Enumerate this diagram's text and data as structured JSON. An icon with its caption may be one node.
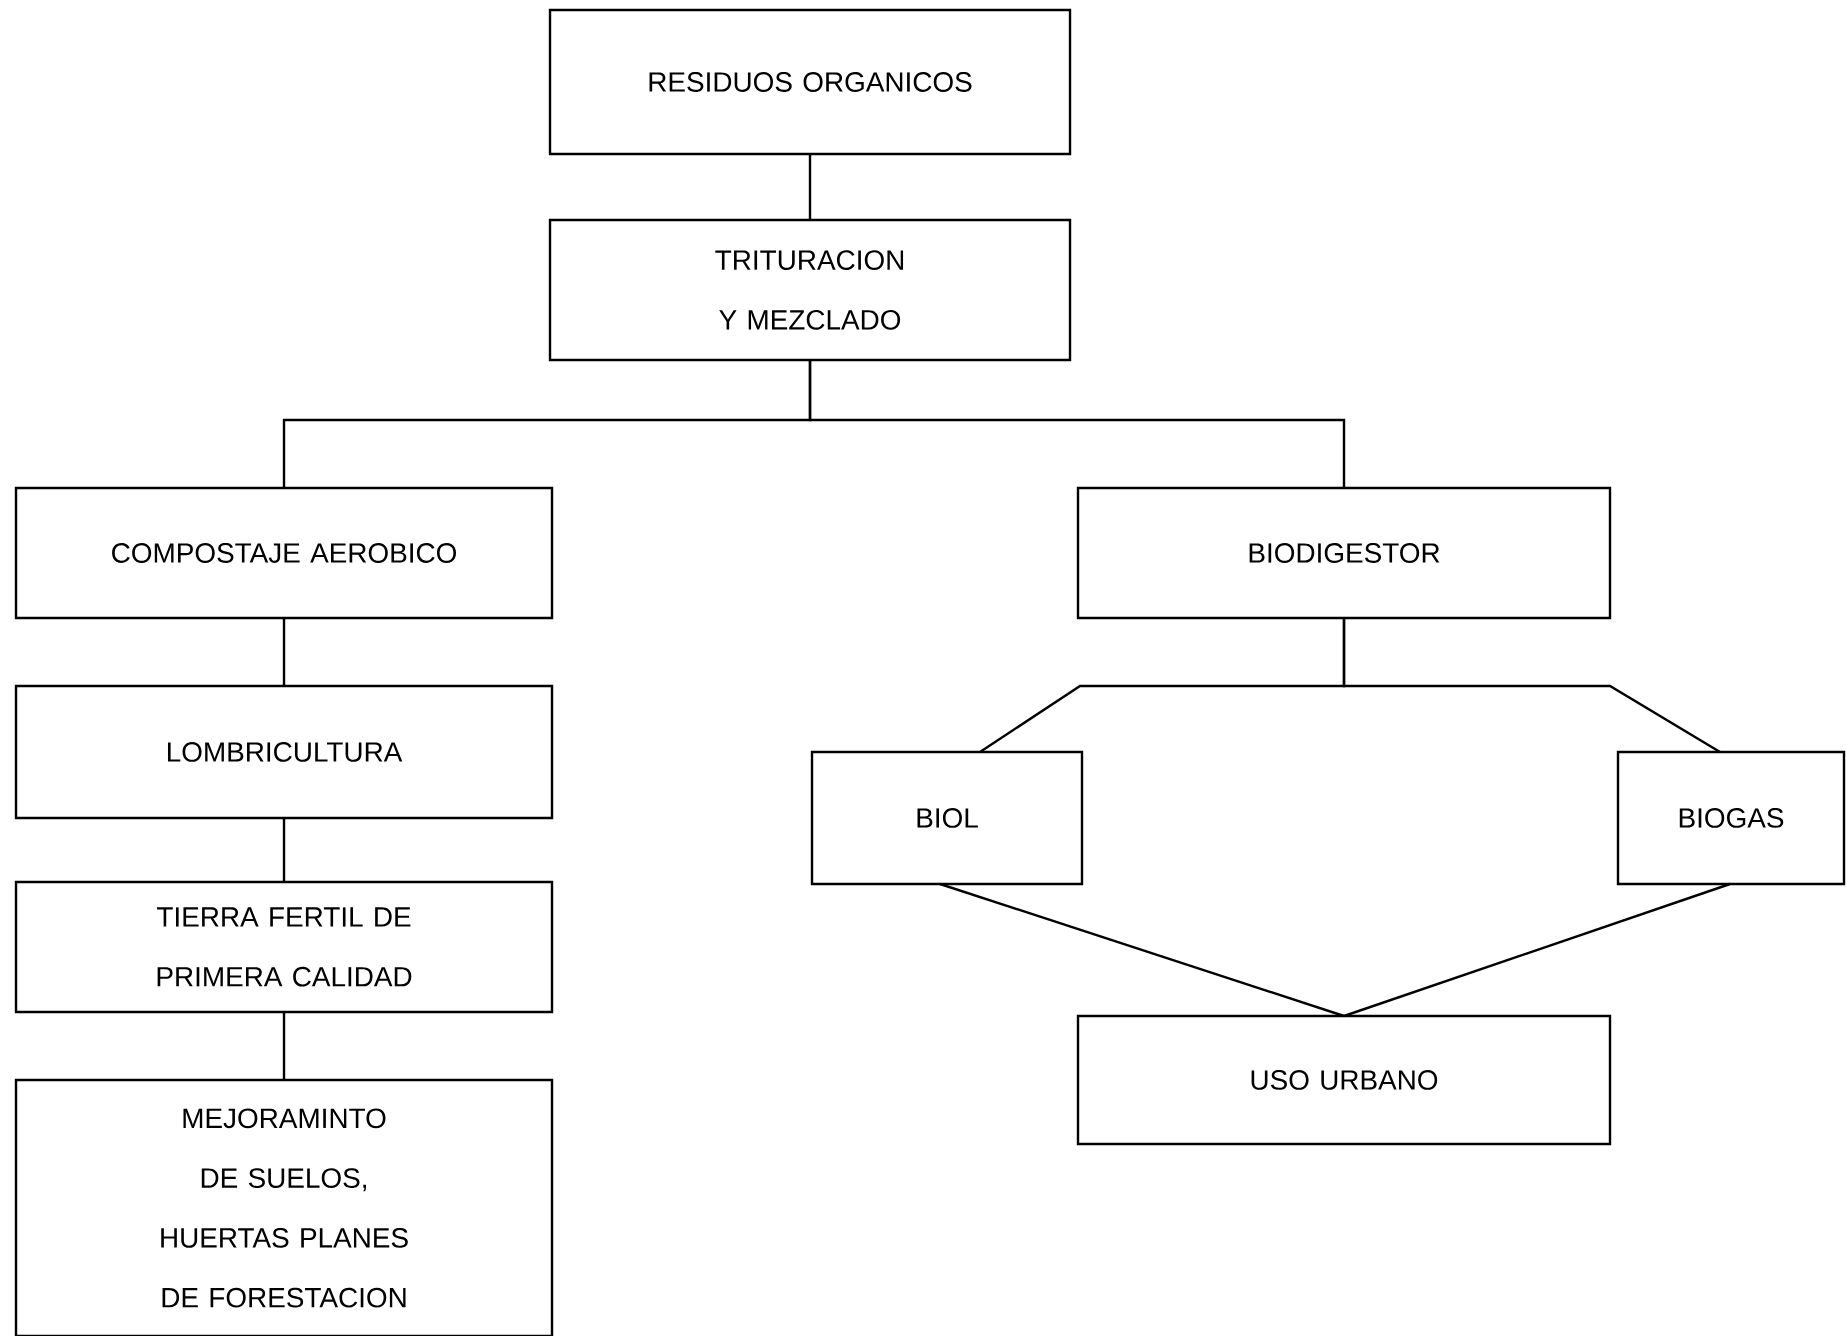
{
  "diagram": {
    "nodes": [
      {
        "text": [
          "RESIDUOS ORGANICOS"
        ]
      },
      {
        "text": [
          "TRITURACION Y MEZCLADO"
        ]
      },
      {
        "text": [
          "COMPOSTAJE AEROBICO"
        ]
      },
      {
        "text": [
          "BIODIGESTOR"
        ]
      },
      {
        "text": [
          "LOMBRICULTURA"
        ]
      },
      {
        "text": [
          "TIERRA FERTIL DE PRIMERA CALIDAD"
        ]
      },
      {
        "text": [
          "MEJORAMINTO DE SUELOS, HUERTAS PLANES DE FORESTACION"
        ]
      },
      {
        "text": [
          "BIOL"
        ]
      },
      {
        "text": [
          "BIOGAS"
        ]
      },
      {
        "text": [
          "USO URBANO"
        ]
      }
    ],
    "edges": [
      {
        "from": 0,
        "to": 1,
        "arrow": "none"
      },
      {
        "from": 1,
        "to": 2,
        "arrow": "none"
      },
      {
        "from": 1,
        "to": 3,
        "arrow": "none"
      },
      {
        "from": 2,
        "to": 4,
        "arrow": "none"
      },
      {
        "from": 4,
        "to": 5,
        "arrow": "none"
      },
      {
        "from": 5,
        "to": 6,
        "arrow": "none"
      },
      {
        "from": 3,
        "to": 7,
        "arrow": "none"
      },
      {
        "from": 3,
        "to": 8,
        "arrow": "none"
      },
      {
        "from": 7,
        "to": 9,
        "arrow": "none"
      },
      {
        "from": 8,
        "to": 9,
        "arrow": "none"
      }
    ]
  }
}
